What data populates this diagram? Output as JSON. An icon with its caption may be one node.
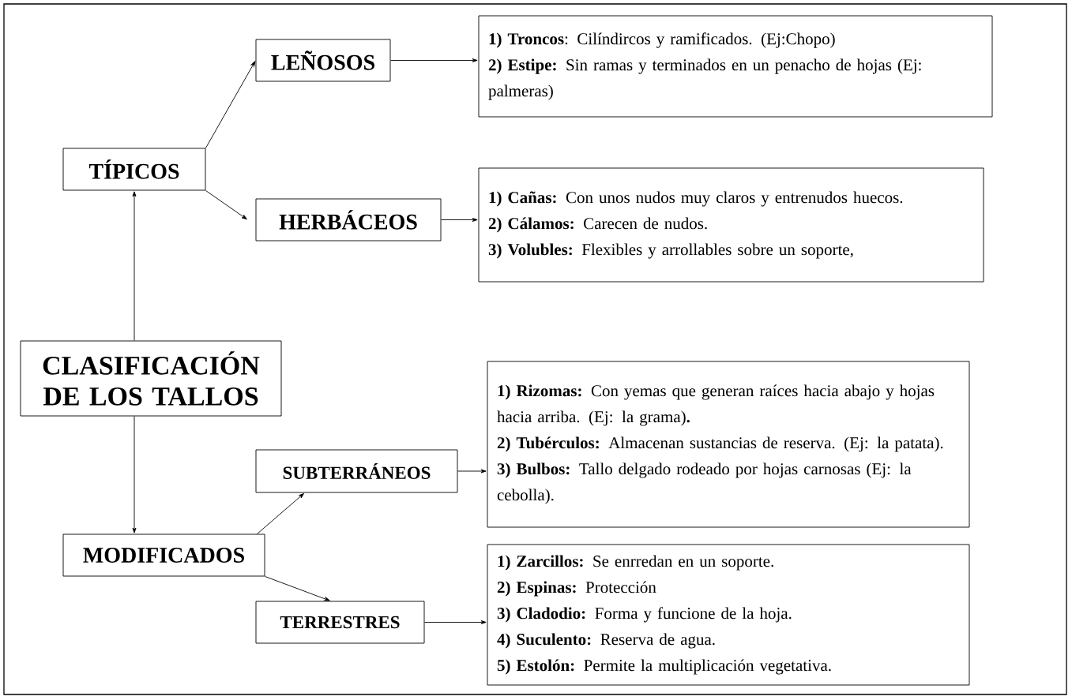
{
  "diagram": {
    "nodes": [
      {
        "text": [
          "CLASIFICACIÓN DE LOS TALLOS"
        ]
      },
      {
        "text": [
          "TÍPICOS"
        ]
      },
      {
        "text": [
          "LEÑOSOS"
        ]
      },
      {
        "text": [
          "**1) Troncos**: Cilíndircos y ramificados. (Ej:Chopo)",
          "**2) Estipe:** Sin ramas y terminados en un penacho de hojas (Ej: palmeras)"
        ]
      },
      {
        "text": [
          "HERBÁCEOS"
        ]
      },
      {
        "text": [
          "**1) Cañas:** Con unos nudos muy claros y entrenudos huecos.",
          "**2) Cálamos:** Carecen de nudos.",
          "**3) Volubles:** Flexibles y arrollables sobre un soporte,"
        ]
      },
      {
        "text": [
          "MODIFICADOS"
        ]
      },
      {
        "text": [
          "SUBTERRÁNEOS"
        ]
      },
      {
        "text": [
          "**1) Rizomas:** Con yemas que generan raíces hacia abajo y hojas hacia arriba. (Ej: la grama)**.**",
          "**2) Tubérculos:** Almacenan sustancias de reserva. (Ej: la patata).",
          "**3) Bulbos:** Tallo delgado rodeado por hojas carnosas (Ej: la cebolla)."
        ]
      },
      {
        "text": [
          "TERRESTRES"
        ]
      },
      {
        "text": [
          "**1) Zarcillos:** Se enrredan en un soporte.",
          "**2) Espinas:** Protección",
          "**3) Cladodio:** Forma y funcione de la hoja.",
          "**4) Suculento:** Reserva de agua.",
          "**5) Estolón:** Permite la multiplicación vegetativa."
        ]
      }
    ],
    "edges": [
      {
        "from": 0,
        "to": 1,
        "arrow": "to"
      },
      {
        "from": 1,
        "to": 2,
        "arrow": "to"
      },
      {
        "from": 1,
        "to": 4,
        "arrow": "to"
      },
      {
        "from": 2,
        "to": 3,
        "arrow": "to"
      },
      {
        "from": 4,
        "to": 5,
        "arrow": "to"
      },
      {
        "from": 0,
        "to": 6,
        "arrow": "to"
      },
      {
        "from": 6,
        "to": 7,
        "arrow": "to"
      },
      {
        "from": 6,
        "to": 9,
        "arrow": "to"
      },
      {
        "from": 7,
        "to": 8,
        "arrow": "to"
      },
      {
        "from": 9,
        "to": 10,
        "arrow": "to"
      }
    ]
  }
}
